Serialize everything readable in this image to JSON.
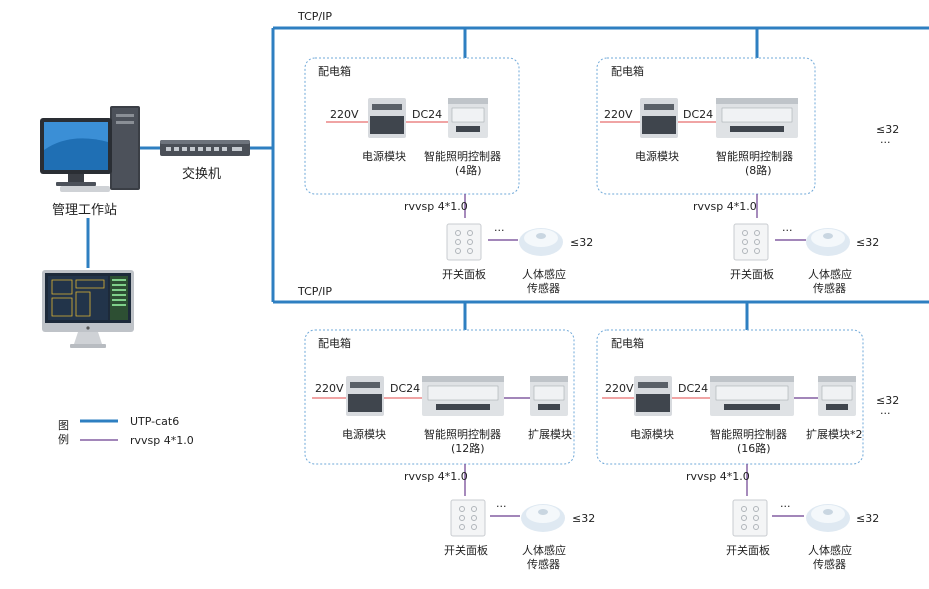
{
  "colors": {
    "bus": "#2e7fc1",
    "rvvsp": "#6a3d8f",
    "power": "#e04848",
    "box_border": "#6fa8d8"
  },
  "network": {
    "tcp_top": "TCP/IP",
    "tcp_mid": "TCP/IP",
    "switch_label": "交换机",
    "workstation_label": "管理工作站",
    "max_top": "≤32",
    "max_bottom": "≤32",
    "dots": "···"
  },
  "boxes": [
    {
      "title": "配电箱",
      "v220": "220V",
      "dc24": "DC24",
      "psu": "电源模块",
      "ctrl_line1": "智能照明控制器",
      "ctrl_line2": "(4路)",
      "ext": "",
      "cable": "rvvsp 4*1.0",
      "panel": "开关面板",
      "sensor_line1": "人体感应",
      "sensor_line2": "传感器",
      "max": "≤32",
      "dots": "···"
    },
    {
      "title": "配电箱",
      "v220": "220V",
      "dc24": "DC24",
      "psu": "电源模块",
      "ctrl_line1": "智能照明控制器",
      "ctrl_line2": "(8路)",
      "ext": "",
      "cable": "rvvsp 4*1.0",
      "panel": "开关面板",
      "sensor_line1": "人体感应",
      "sensor_line2": "传感器",
      "max": "≤32",
      "dots": "···"
    },
    {
      "title": "配电箱",
      "v220": "220V",
      "dc24": "DC24",
      "psu": "电源模块",
      "ctrl_line1": "智能照明控制器",
      "ctrl_line2": "(12路)",
      "ext": "扩展模块",
      "cable": "rvvsp 4*1.0",
      "panel": "开关面板",
      "sensor_line1": "人体感应",
      "sensor_line2": "传感器",
      "max": "≤32",
      "dots": "···"
    },
    {
      "title": "配电箱",
      "v220": "220V",
      "dc24": "DC24",
      "psu": "电源模块",
      "ctrl_line1": "智能照明控制器",
      "ctrl_line2": "(16路)",
      "ext": "扩展模块*2",
      "cable": "rvvsp 4*1.0",
      "panel": "开关面板",
      "sensor_line1": "人体感应",
      "sensor_line2": "传感器",
      "max": "≤32",
      "dots": "···"
    }
  ],
  "legend": {
    "title_line1": "图",
    "title_line2": "例",
    "item1": "UTP-cat6",
    "item2": "rvvsp 4*1.0"
  }
}
